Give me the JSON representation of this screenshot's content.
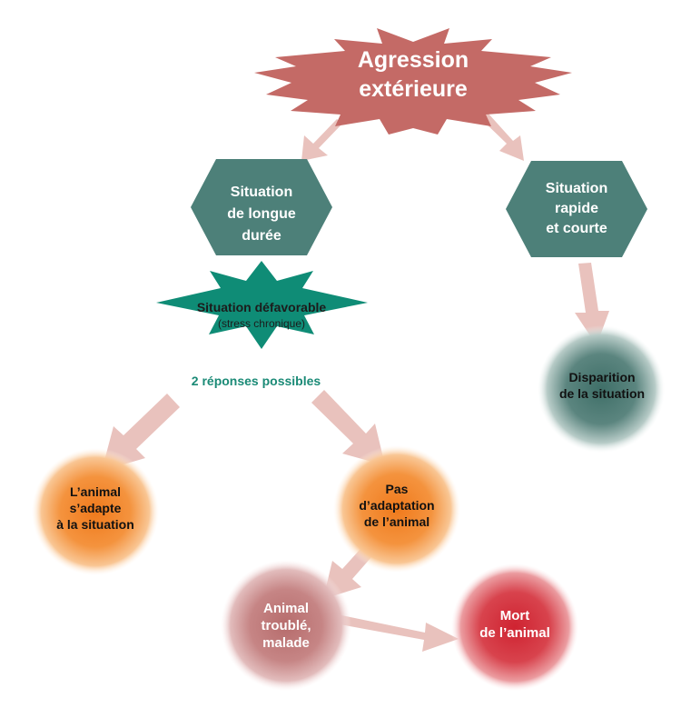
{
  "colors": {
    "burst_red": "#c46a66",
    "hexagon_teal": "#4d8079",
    "star_green": "#0f8c76",
    "arrow_pink": "#e9c2bd",
    "orange": "#f28a2b",
    "rose": "#c98a8a",
    "red": "#d53a44",
    "teal_circle": "#4f7e77",
    "response_green": "#1a8a76"
  },
  "nodes": {
    "agression": {
      "line1": "Agression",
      "line2": "extérieure"
    },
    "longue": {
      "line1": "Situation",
      "line2": "de longue",
      "line3": "durée"
    },
    "rapide": {
      "line1": "Situation",
      "line2": "rapide",
      "line3": "et courte"
    },
    "defavorable": {
      "line1": "Situation défavorable",
      "line2": "(stress chronique)"
    },
    "reponses": "2 réponses possibles",
    "disparition": {
      "line1": "Disparition",
      "line2": "de la situation"
    },
    "adapte": {
      "line1": "L’animal",
      "line2": "s’adapte",
      "line3": "à la situation"
    },
    "pas_adaptation": {
      "line1": "Pas",
      "line2": "d’adaptation",
      "line3": "de l’animal"
    },
    "trouble": {
      "line1": "Animal",
      "line2": "troublé,",
      "line3": "malade"
    },
    "mort": {
      "line1": "Mort",
      "line2": "de l’animal"
    }
  }
}
